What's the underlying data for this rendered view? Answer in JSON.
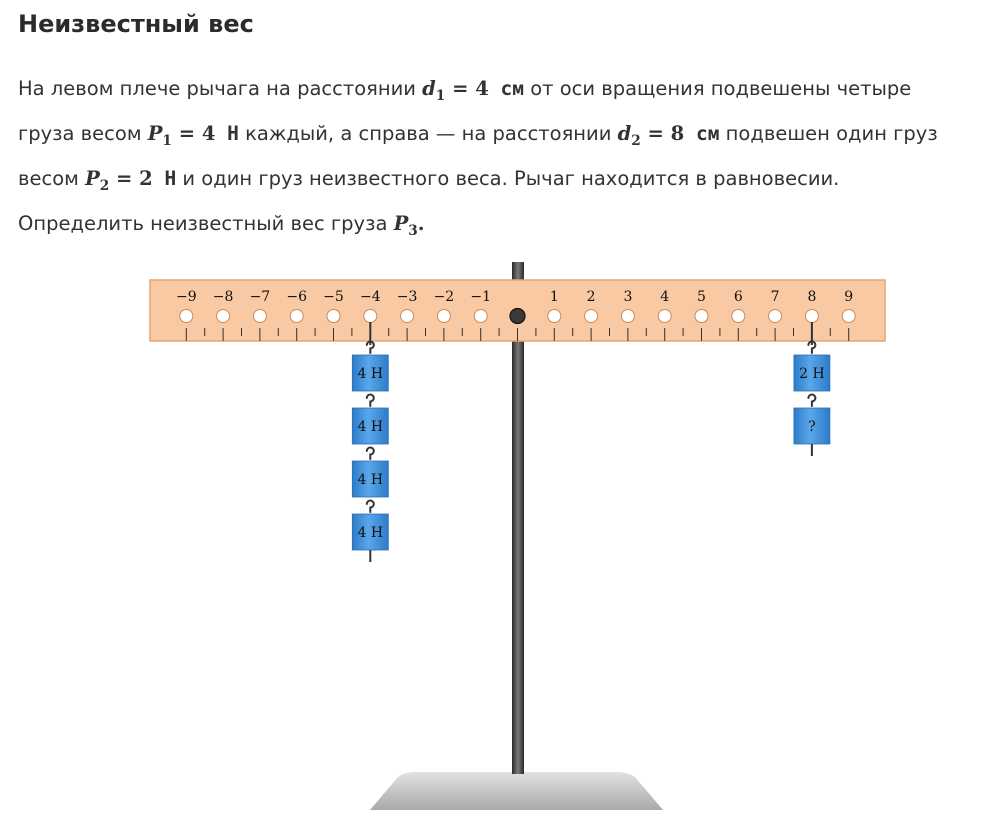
{
  "title": "Неизвестный вес",
  "problem": {
    "part1": "На левом плече рычага на расстоянии ",
    "d1": {
      "sym": "d",
      "sub": "1",
      "eq": " = ",
      "val": "4",
      "unit": " см"
    },
    "part2": " от оси вращения подвешены четыре груза весом ",
    "p1": {
      "sym": "P",
      "sub": "1",
      "eq": " = ",
      "val": "4",
      "unit": " Н"
    },
    "part3": " каждый, а справа — на расстоянии ",
    "d2": {
      "sym": "d",
      "sub": "2",
      "eq": " = ",
      "val": "8",
      "unit": " см"
    },
    "part4": " подвешен один груз весом ",
    "p2": {
      "sym": "P",
      "sub": "2",
      "eq": " = ",
      "val": "2",
      "unit": " Н"
    },
    "part5": " и один груз неизвестного веса. Рычаг находится в равновесии. Определить неизвестный вес груза ",
    "p3": {
      "sym": "P",
      "sub": "3",
      "end": "."
    }
  },
  "lever": {
    "ticks": [
      -9,
      -8,
      -7,
      -6,
      -5,
      -4,
      -3,
      -2,
      -1,
      1,
      2,
      3,
      4,
      5,
      6,
      7,
      8,
      9
    ],
    "colors": {
      "beam": "#f8c9a2",
      "beam_border": "#e6a476",
      "weight": "#3f8ed8",
      "stand": "#3a3a3a"
    }
  },
  "weights": {
    "left": {
      "position": -4,
      "labels": [
        "4 Н",
        "4 Н",
        "4 Н",
        "4 Н"
      ]
    },
    "right": {
      "position": 8,
      "labels": [
        "2 Н",
        "?"
      ]
    }
  }
}
